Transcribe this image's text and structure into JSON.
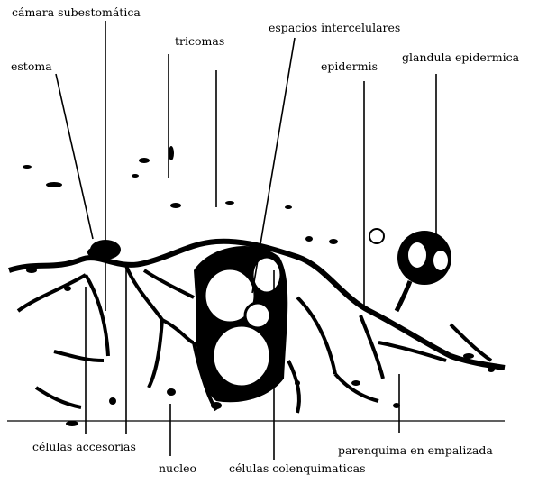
{
  "labels": {
    "camara": "cámara subestomática",
    "estoma": "estoma",
    "tricomas": "tricomas",
    "espacios": "espacios intercelulares",
    "epidermis": "epidermis",
    "glandula": "glandula epidermica",
    "accesorias": "células accesorias",
    "nucleo": "nucleo",
    "colenquimaticas": "células colenquimaticas",
    "parenquima": "parenquima en empalizada"
  }
}
